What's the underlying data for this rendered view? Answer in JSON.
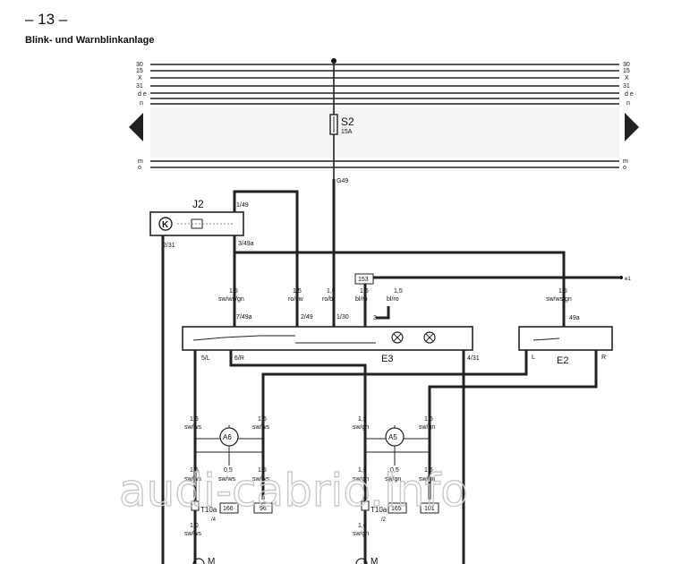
{
  "page_number": "– 13 –",
  "title": "Blink- und Warnblinkanlage",
  "rail_labels_top": [
    "30",
    "15",
    "X",
    "31",
    "d e",
    "n"
  ],
  "rail_labels_bottom": [
    "m",
    "o"
  ],
  "fuse": {
    "name": "S2",
    "rating": "15A"
  },
  "ground_ref": "G49",
  "relay": {
    "name": "J2",
    "pin_top": "1/49",
    "pin_left": "2/31",
    "pin_right": "3/49a"
  },
  "wires_upper": [
    {
      "size": "1,5",
      "color": "sw/ws/gn"
    },
    {
      "size": "1,5",
      "color": "ro/sw"
    },
    {
      "size": "1,0",
      "color": "ro/bl"
    },
    {
      "size": "1,5",
      "color": "bl/ro"
    },
    {
      "size": "1,5",
      "color": "bl/ro"
    },
    {
      "size": "1,5",
      "color": "sw/ws/gn"
    }
  ],
  "ref_153": "153",
  "ref_e1": "e1",
  "switch_e3": {
    "name": "E3",
    "pins": [
      "7/49a",
      "2/49",
      "1/30",
      "3",
      "5/L",
      "6/R",
      "4/31"
    ]
  },
  "switch_e2": {
    "name": "E2",
    "pins": [
      "49a",
      "L",
      "R"
    ]
  },
  "lamps": [
    {
      "name": "A6",
      "refs": [
        "T10a",
        "/4",
        "166",
        "96"
      ]
    },
    {
      "name": "A5",
      "refs": [
        "T10a",
        "/2",
        "165",
        "101"
      ]
    }
  ],
  "wires_lower_left": [
    {
      "size": "1,5",
      "color": "sw/ws"
    },
    {
      "size": "1,5",
      "color": "sw/ws"
    },
    {
      "size": "1,5",
      "color": "sw/ws"
    },
    {
      "size": "0,5",
      "color": "sw/ws"
    },
    {
      "size": "1,5",
      "color": "sw/ws"
    },
    {
      "size": "1,0",
      "color": "sw/ws"
    }
  ],
  "wires_lower_right": [
    {
      "size": "1,5",
      "color": "sw/gn"
    },
    {
      "size": "1,5",
      "color": "sw/gn"
    },
    {
      "size": "1,5",
      "color": "sw/gn"
    },
    {
      "size": "0,5",
      "color": "sw/gn"
    },
    {
      "size": "1,5",
      "color": "sw/gn"
    },
    {
      "size": "1,0",
      "color": "sw/gn"
    }
  ],
  "bottom_labels": [
    "M",
    "M"
  ],
  "watermark": "audi-cabrio.info"
}
